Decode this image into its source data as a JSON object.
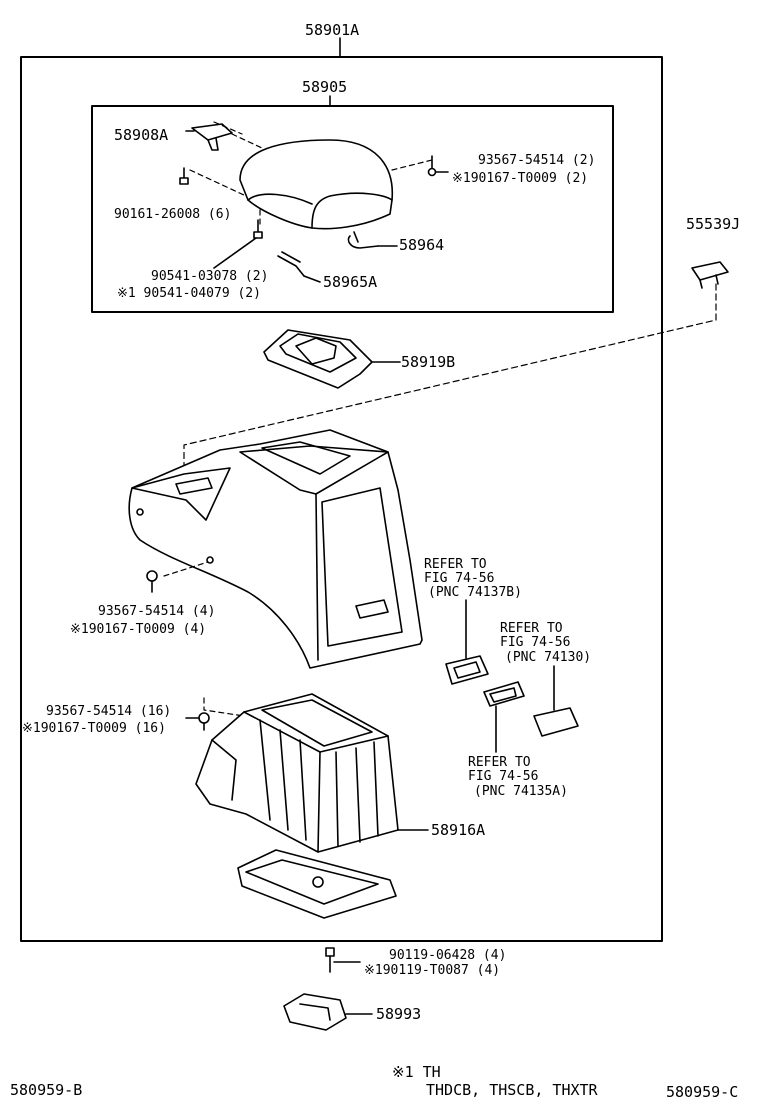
{
  "parts": {
    "assembly": "58901A",
    "armrest_group": "58905",
    "hinge": "58908A",
    "screw_armrest_right_1": "93567-54514 (2)",
    "screw_armrest_right_2": "※190167-T0009 (2)",
    "screw_6": "90161-26008 (6)",
    "clip": "58964",
    "screw_lower_1": "90541-03078 (2)",
    "screw_lower_2": "※1 90541-04079 (2)",
    "spring": "58965A",
    "cap": "55539J",
    "tray": "58919B",
    "screw_body_1": "93567-54514 (4)",
    "screw_body_2": "※190167-T0009 (4)",
    "screw_box_1": "93567-54514 (16)",
    "screw_box_2": "※190167-T0009 (16)",
    "box": "58916A",
    "bolt_1": "90119-06428 (4)",
    "bolt_2": "※190119-T0087 (4)",
    "bracket": "58993"
  },
  "references": {
    "ref1": [
      "REFER TO",
      "FIG 74-56",
      "(PNC 74137B)"
    ],
    "ref2": [
      "REFER TO",
      "FIG 74-56",
      "(PNC 74130)"
    ],
    "ref3": [
      "REFER TO",
      "FIG 74-56",
      "(PNC 74135A)"
    ]
  },
  "footer": {
    "left_code": "580959-B",
    "right_code": "580959-C",
    "note_line1": "※1 TH",
    "note_line2": "THDCB, THSCB, THXTR"
  }
}
